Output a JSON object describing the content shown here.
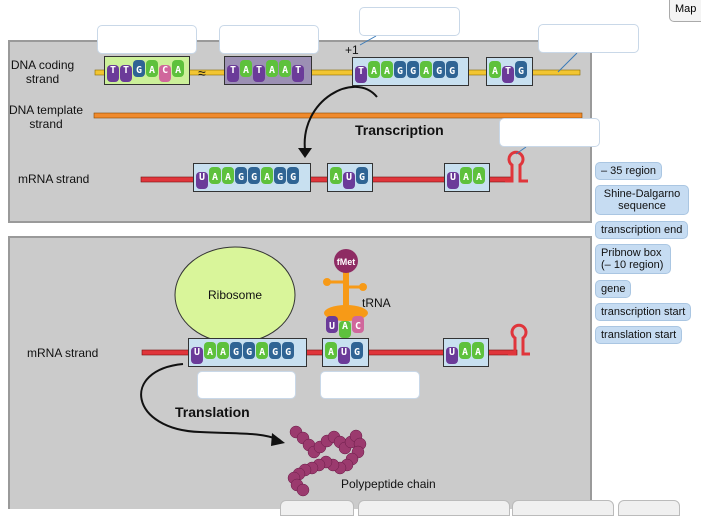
{
  "map_button": "Map",
  "colors": {
    "T": "#6b3b99",
    "U": "#6b3b99",
    "A": "#5ec13c",
    "G": "#2f6494",
    "C": "#d0679c",
    "mrna": "#e0353b",
    "dna_coding": "#f2c531",
    "dna_template": "#f08a2c",
    "ribosome": "#d9f59a",
    "fmet": "#8e2b63",
    "trna": "#f79a17",
    "chip": "#c6dcf2"
  },
  "transcription": {
    "coding_label": "DNA coding strand",
    "template_label": "DNA template strand",
    "mrna_label": "mRNA strand",
    "plus_one": "+1",
    "arrow_label": "Transcription",
    "coding_boxes": [
      "TTGACA",
      "TATAAT",
      "TAAGGAGG",
      "ATG"
    ],
    "mrna_boxes": [
      "UAAGGAGG",
      "AUG",
      "UAA"
    ]
  },
  "translation": {
    "ribosome_label": "Ribosome",
    "fmet_label": "fMet",
    "trna_label": "tRNA",
    "anticodon": "UAC",
    "mrna_label": "mRNA strand",
    "mrna_boxes": [
      "UAAGGAGG",
      "AUG",
      "UAA"
    ],
    "arrow_label": "Translation",
    "polypeptide_label": "Polypeptide chain"
  },
  "labels": [
    "– 35 region",
    "Shine-Dalgarno sequence",
    "transcription end",
    "Pribnow box (– 10 region)",
    "gene",
    "transcription start",
    "translation start"
  ]
}
